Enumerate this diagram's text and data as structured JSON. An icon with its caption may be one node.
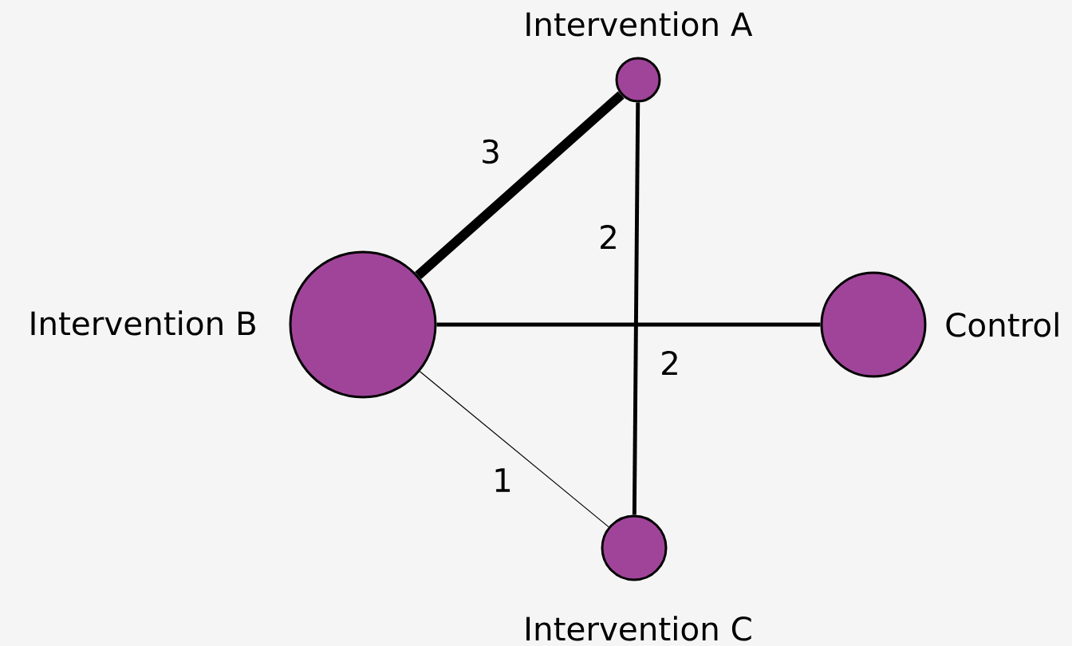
{
  "diagram": {
    "nodes": [
      {
        "text": [
          "Intervention A"
        ]
      },
      {
        "text": [
          "Intervention B"
        ]
      },
      {
        "text": [
          "Control"
        ]
      },
      {
        "text": [
          "Intervention C"
        ]
      }
    ],
    "edges": [
      {
        "from": 1,
        "to": 0,
        "arrow": "none",
        "label": "3",
        "style": "thick"
      },
      {
        "from": 0,
        "to": 3,
        "arrow": "none",
        "label": "2"
      },
      {
        "from": 1,
        "to": 2,
        "arrow": "none",
        "label": "2"
      },
      {
        "from": 1,
        "to": 3,
        "arrow": "none",
        "label": "1"
      }
    ]
  }
}
